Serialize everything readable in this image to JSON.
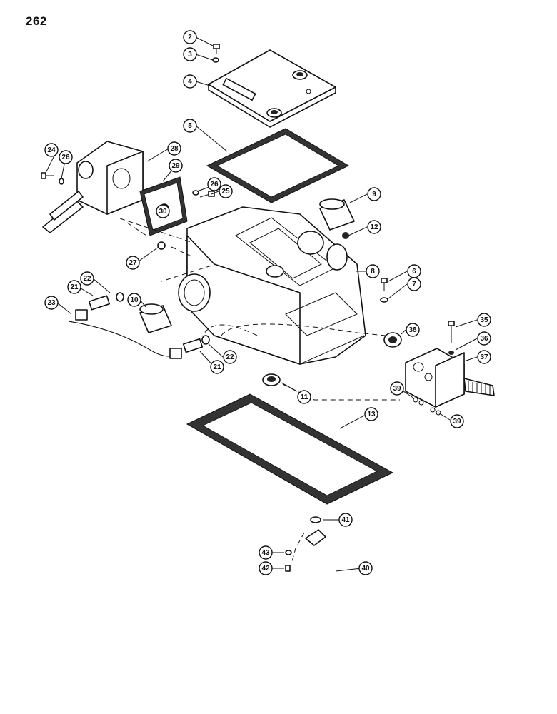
{
  "page": {
    "number": "262"
  },
  "callouts": [
    "2",
    "3",
    "4",
    "5",
    "24",
    "26",
    "28",
    "29",
    "30",
    "26",
    "25",
    "9",
    "12",
    "27",
    "8",
    "6",
    "7",
    "22",
    "21",
    "23",
    "10",
    "38",
    "35",
    "36",
    "37",
    "22",
    "21",
    "11",
    "39",
    "39",
    "13",
    "41",
    "43",
    "40",
    "42"
  ]
}
